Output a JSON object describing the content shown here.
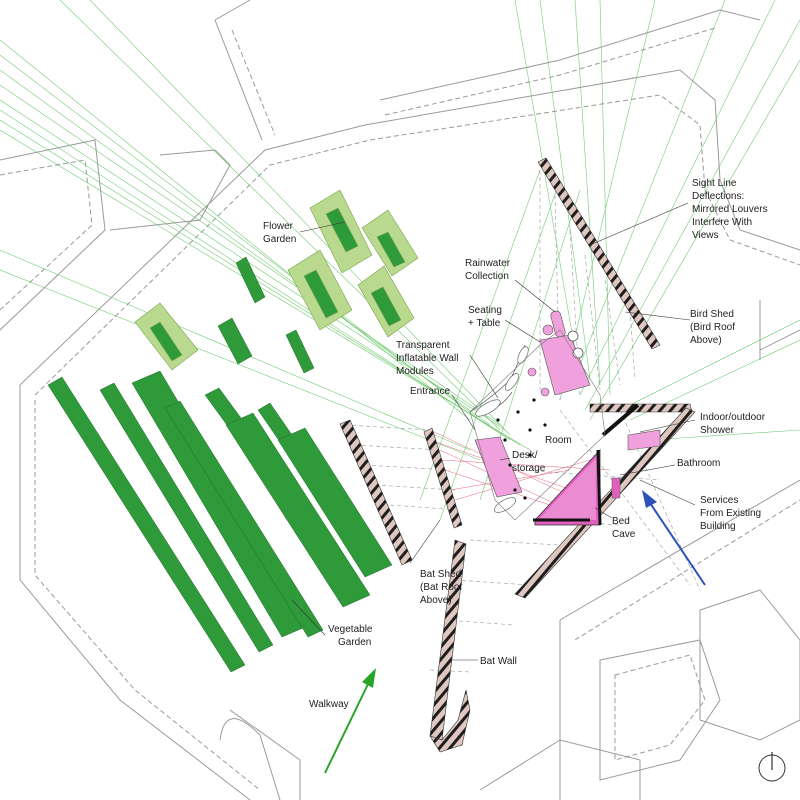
{
  "labels": {
    "sight_line_1": "Sight Line",
    "sight_line_2": "Deflections:",
    "sight_line_3": "Mirrored Louvers",
    "sight_line_4": "Interfere With",
    "sight_line_5": "Views",
    "flower_1": "Flower",
    "flower_2": "Garden",
    "rain_1": "Rainwater",
    "rain_2": "Collection",
    "bird_1": "Bird Shed",
    "bird_2": "(Bird Roof",
    "bird_3": "Above)",
    "seating_1": "Seating",
    "seating_2": "+ Table",
    "inflate_1": "Transparent",
    "inflate_2": "Inflatable Wall",
    "inflate_3": "Modules",
    "entrance": "Entrance",
    "shower_1": "Indoor/outdoor",
    "shower_2": "Shower",
    "room": "Room",
    "desk_1": "Desk/",
    "desk_2": "storage",
    "bathroom": "Bathroom",
    "services_1": "Services",
    "services_2": "From Existing",
    "services_3": "Building",
    "bed_1": "Bed",
    "bed_2": "Cave",
    "batshed_1": "Bat Shed",
    "batshed_2": "(Bat Roof",
    "batshed_3": "Above)",
    "veg_1": "Vegetable",
    "veg_2": "Garden",
    "batwall": "Bat Wall",
    "walkway": "Walkway"
  },
  "colors": {
    "linework": "#9a9a9a",
    "dark_green": "#2e9a3a",
    "light_green": "#b9d98e",
    "sightline_green": "#5cc25c",
    "wall_fill": "#dfc7c0",
    "magenta": "#e060c0",
    "pink": "#f0a0dc",
    "red_rays": "#e04060",
    "walkway_arrow": "#2aa52a",
    "services_arrow": "#2a52b8"
  }
}
